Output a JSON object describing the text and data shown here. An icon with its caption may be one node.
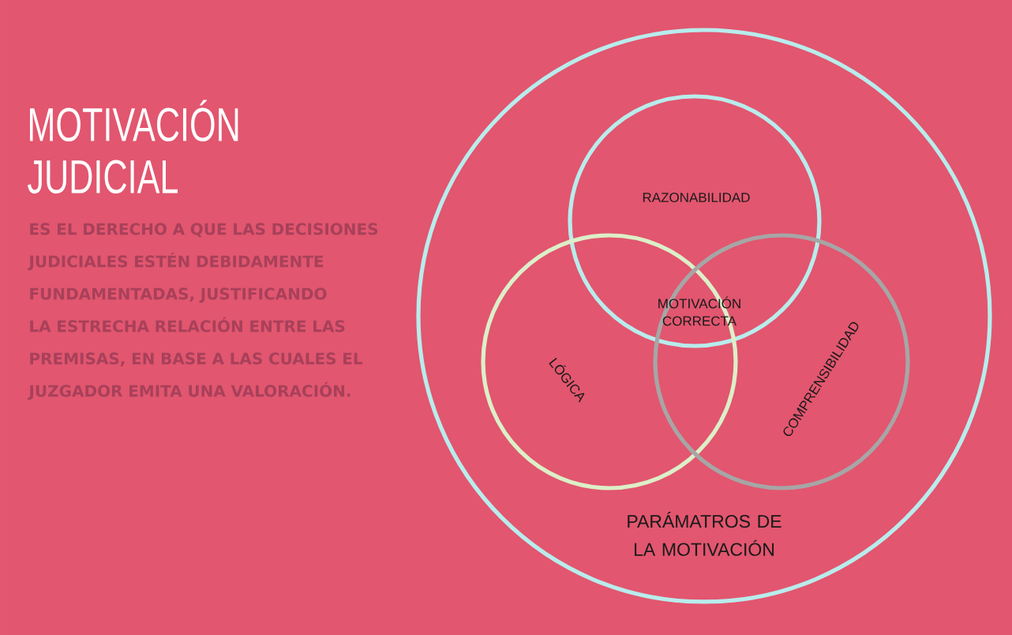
{
  "diagram": {
    "title": "MOTIVACIÓN JUDICIAL",
    "nodes": [
      {
        "text": [
          "PARÁMATROS DE LA MOTIVACIÓN"
        ]
      },
      {
        "text": [
          "RAZONABILIDAD"
        ],
        "in": 0
      },
      {
        "text": [
          "LÓGICA"
        ],
        "in": 0
      },
      {
        "text": [
          "COMPRENSIBILIDAD"
        ],
        "in": 0
      }
    ],
    "labels": [
      "ES EL DERECHO A QUE LAS DECISIONES JUDICIALES ESTÉN DEBIDAMENTE FUNDAMENTADAS, JUSTIFICANDO LA ESTRECHA RELACIÓN ENTRE LAS PREMISAS, EN BASE A LAS CUALES EL JUZGADOR EMITA UNA VALORACIÓN.",
      "MOTIVACIÓN CORRECTA"
    ]
  }
}
